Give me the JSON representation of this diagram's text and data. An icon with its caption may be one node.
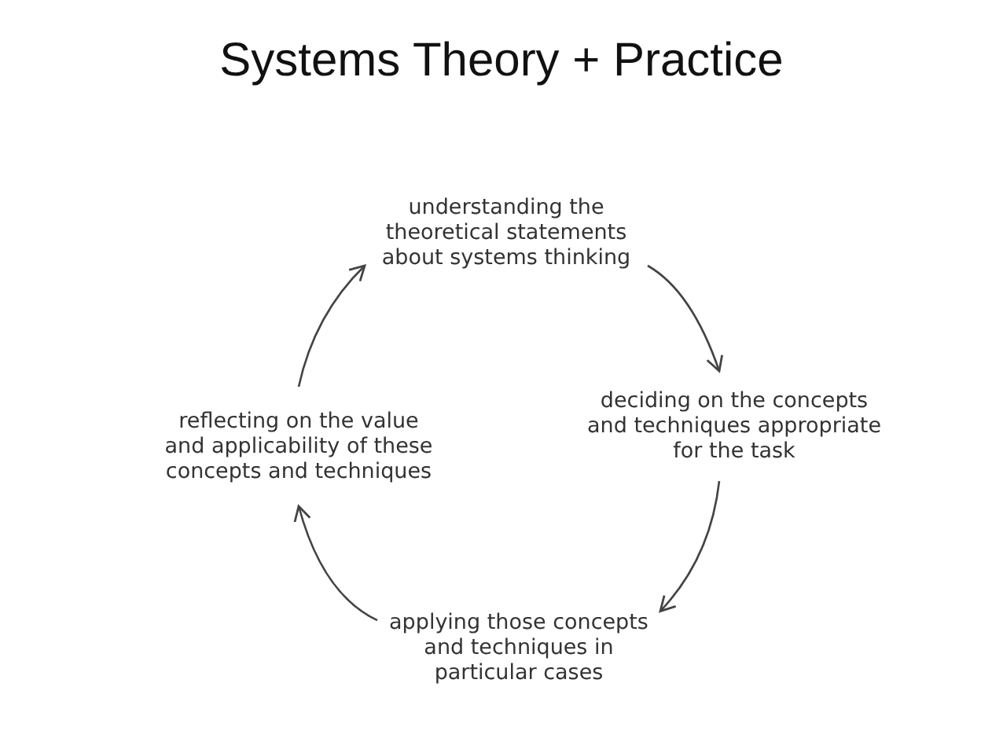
{
  "diagram": {
    "title": "Systems Theory + Practice",
    "nodes": [
      {
        "text": [
          "understanding the theoretical statements about systems thinking"
        ]
      },
      {
        "text": [
          "deciding on the concepts and techniques appropriate for the task"
        ]
      },
      {
        "text": [
          "applying those concepts and techniques in particular cases"
        ]
      },
      {
        "text": [
          "reflecting on the value and applicability of these concepts and techniques"
        ]
      }
    ],
    "edges": [
      {
        "from": 0,
        "to": 1,
        "arrow": "to"
      },
      {
        "from": 1,
        "to": 2,
        "arrow": "to"
      },
      {
        "from": 2,
        "to": 3,
        "arrow": "to"
      },
      {
        "from": 3,
        "to": 0,
        "arrow": "to"
      }
    ]
  }
}
